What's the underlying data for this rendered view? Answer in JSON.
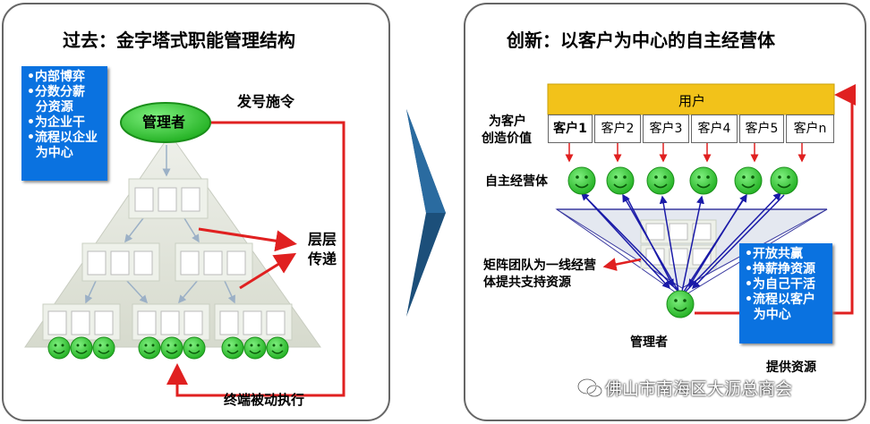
{
  "left": {
    "title": "过去：金字塔式职能管理结构",
    "bluebox_items": [
      "•内部博弈",
      "•分数分薪",
      "  分资源",
      "•为企业干",
      "•流程以企业",
      "  为中心"
    ],
    "top_node": "管理者",
    "command_label": "发号施令",
    "pass_label_1": "层层",
    "pass_label_2": "传递",
    "bottom_label": "终端被动执行"
  },
  "right": {
    "title": "创新：以客户为中心的自主经营体",
    "users_label": "用户",
    "customers": [
      "客户1",
      "客户2",
      "客户3",
      "客户4",
      "客户5",
      "客户n"
    ],
    "value_label_1": "为客户",
    "value_label_2": "创造价值",
    "unit_label": "自主经营体",
    "matrix_label_1": "矩阵团队为一线经营",
    "matrix_label_2": "体提共支持资源",
    "manager_label": "管理者",
    "resource_label": "提供资源",
    "bluebox_items": [
      "•开放共赢",
      "•挣薪挣资源",
      "•为自己干活",
      "•流程以客户",
      "  为中心"
    ]
  },
  "watermark": "佛山市南海区大沥总商会",
  "colors": {
    "blue_box": "#0a72e0",
    "green_node": "#33cc33",
    "red_arrow": "#e02020",
    "user_bar": "#f2c21a",
    "chevron": "#1c4f7a",
    "pyramid": "#dfe3d8"
  }
}
